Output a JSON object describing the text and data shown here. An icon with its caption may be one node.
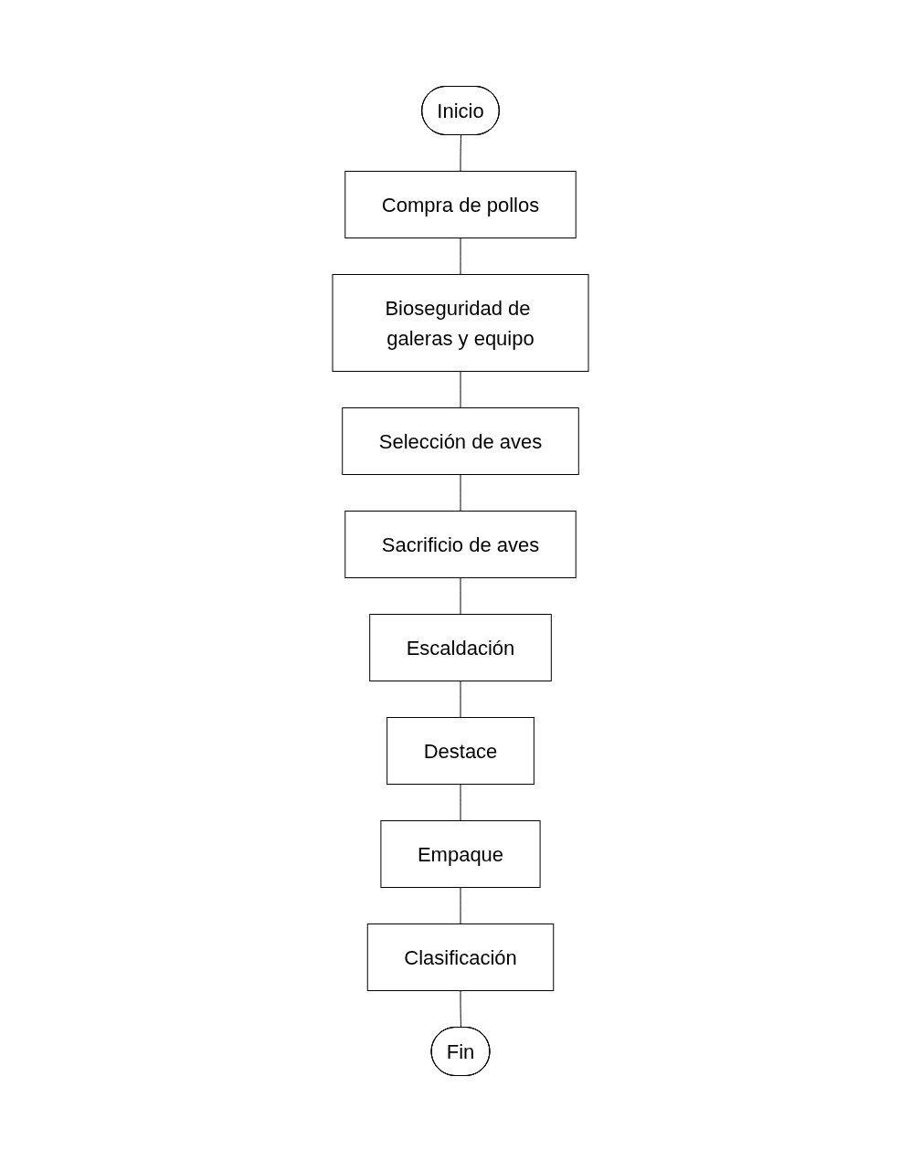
{
  "diagram": {
    "nodes": [
      {
        "text": [
          "Inicio"
        ]
      },
      {
        "text": [
          "Compra de pollos"
        ]
      },
      {
        "text": [
          "Bioseguridad de galeras y equipo"
        ]
      },
      {
        "text": [
          "Selección de aves"
        ]
      },
      {
        "text": [
          "Sacrificio de aves"
        ]
      },
      {
        "text": [
          "Escaldación"
        ]
      },
      {
        "text": [
          "Destace"
        ]
      },
      {
        "text": [
          "Empaque"
        ]
      },
      {
        "text": [
          "Clasificación"
        ]
      },
      {
        "text": [
          "Fin"
        ]
      }
    ],
    "edges": [
      {
        "from": 0,
        "to": 1,
        "arrow": "none"
      },
      {
        "from": 1,
        "to": 2,
        "arrow": "none"
      },
      {
        "from": 2,
        "to": 3,
        "arrow": "none"
      },
      {
        "from": 3,
        "to": 4,
        "arrow": "none"
      },
      {
        "from": 4,
        "to": 5,
        "arrow": "none"
      },
      {
        "from": 5,
        "to": 6,
        "arrow": "none"
      },
      {
        "from": 6,
        "to": 7,
        "arrow": "none"
      },
      {
        "from": 7,
        "to": 8,
        "arrow": "none"
      },
      {
        "from": 8,
        "to": 9,
        "arrow": "none"
      }
    ]
  }
}
